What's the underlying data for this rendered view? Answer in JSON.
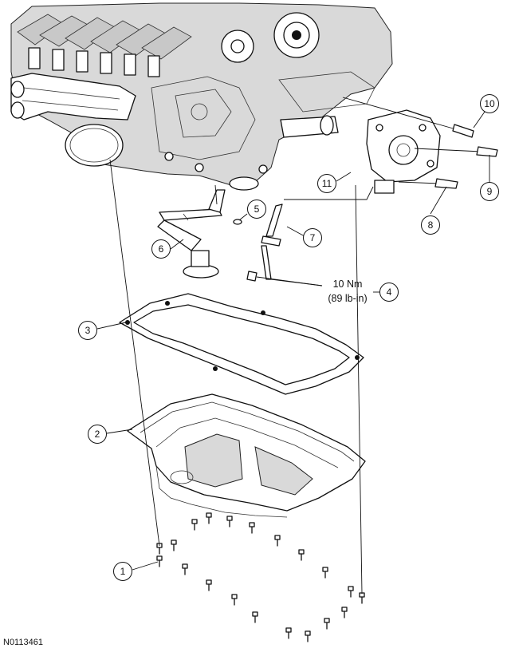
{
  "figure_id": "N0113461",
  "callouts": {
    "c1": "1",
    "c2": "2",
    "c3": "3",
    "c4": "4",
    "c5": "5",
    "c6": "6",
    "c7": "7",
    "c8": "8",
    "c9": "9",
    "c10": "10",
    "c11": "11"
  },
  "torque_spec": {
    "line1": "10 Nm",
    "line2": "(89 lb-in)"
  }
}
